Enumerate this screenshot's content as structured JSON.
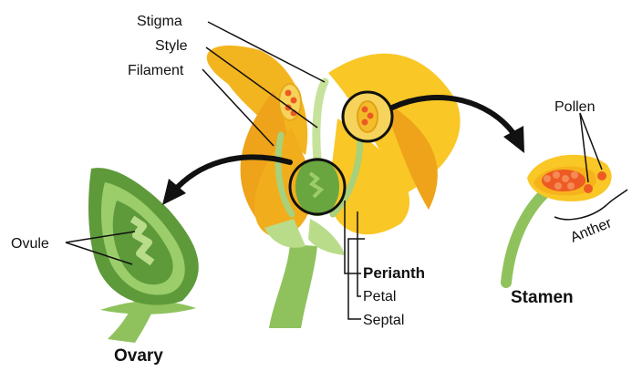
{
  "labels": {
    "stigma": "Stigma",
    "style": "Style",
    "filament": "Filament",
    "pollen": "Pollen",
    "anther": "Anther",
    "ovule": "Ovule",
    "perianth": "Perianth",
    "petal": "Petal",
    "septal": "Septal",
    "stamen": "Stamen",
    "ovary": "Ovary"
  },
  "colors": {
    "petal_light": "#f9c726",
    "petal_dark": "#eea31a",
    "green_light": "#b9dc8a",
    "green_mid": "#8fc25c",
    "green_dark": "#5e9a3a",
    "pollen": "#ee5a24"
  }
}
